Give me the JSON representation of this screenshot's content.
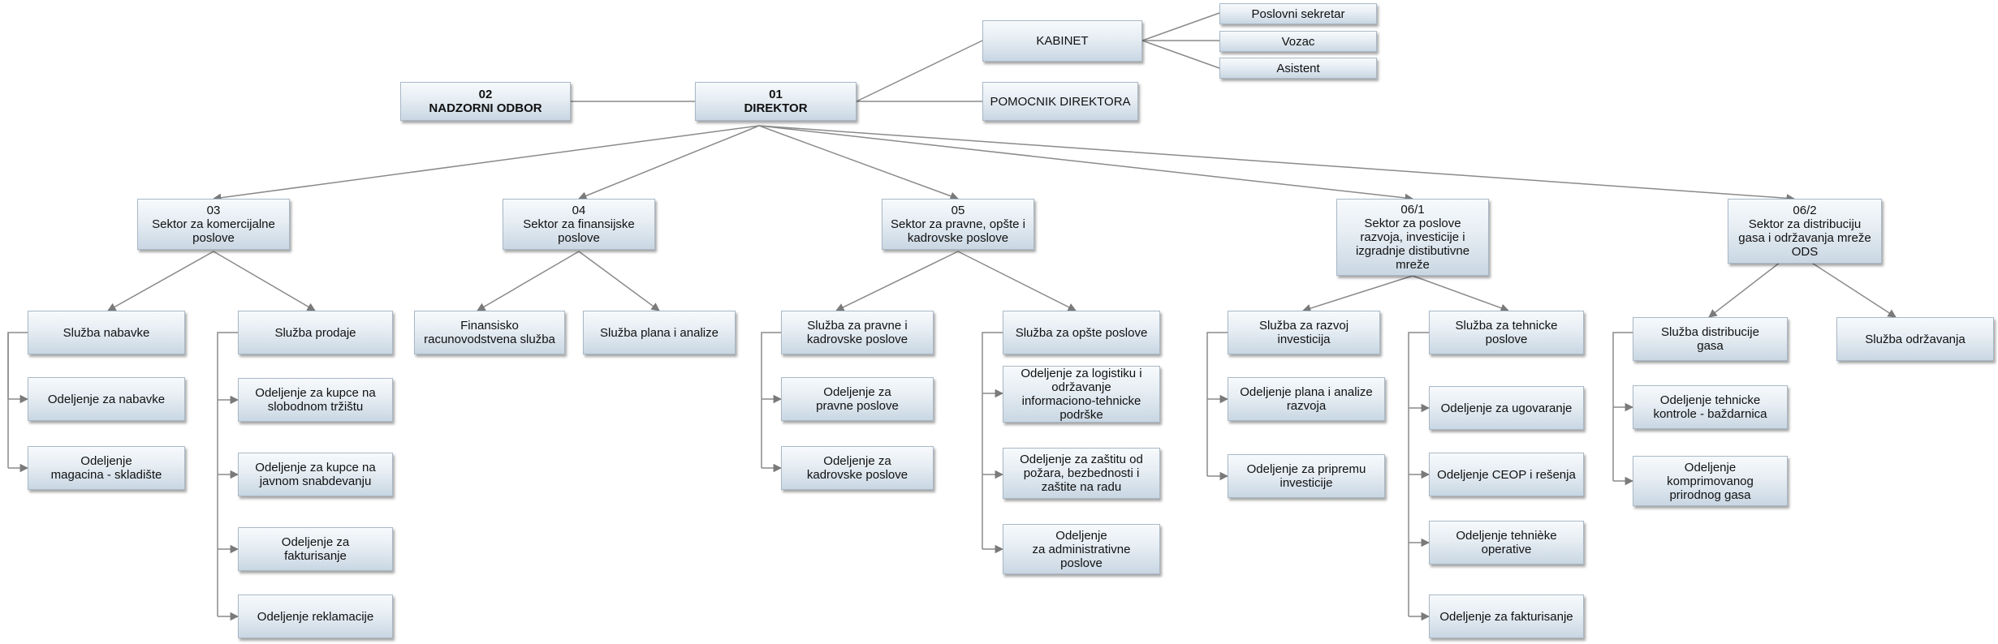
{
  "nodes": [
    {
      "id": "kabinet",
      "label": "KABINET"
    },
    {
      "id": "poslovni-sekretar",
      "label": "Poslovni sekretar"
    },
    {
      "id": "vozac",
      "label": "Vozac"
    },
    {
      "id": "asistent",
      "label": "Asistent"
    },
    {
      "id": "nadzorni-odbor",
      "label": "02\nNADZORNI ODBOR"
    },
    {
      "id": "direktor",
      "label": "01\nDIREKTOR"
    },
    {
      "id": "pomocnik-direktora",
      "label": "POMOCNIK DIREKTORA"
    },
    {
      "id": "sektor-03",
      "label": "03\nSektor za komercijalne\nposlove"
    },
    {
      "id": "sektor-04",
      "label": "04\nSektor za finansijske\nposlove"
    },
    {
      "id": "sektor-05",
      "label": "05\nSektor za pravne, opšte i\nkadrovske poslove"
    },
    {
      "id": "sektor-06-1",
      "label": "06/1\nSektor za poslove\nrazvoja, investicije i\nizgradnje distibutivne\nmreže"
    },
    {
      "id": "sektor-06-2",
      "label": "06/2\nSektor za distribuciju\ngasa i održavanja mreže\nODS"
    },
    {
      "id": "sluzba-nabavke",
      "label": "Služba nabavke"
    },
    {
      "id": "odeljenje-za-nabavke",
      "label": "Odeljenje za nabavke"
    },
    {
      "id": "odeljenje-magacina",
      "label": "Odeljenje\nmagacina - skladište"
    },
    {
      "id": "sluzba-prodaje",
      "label": "Služba prodaje"
    },
    {
      "id": "odeljenje-kupci-slobodno",
      "label": "Odeljenje za kupce na\nslobodnom tržištu"
    },
    {
      "id": "odeljenje-kupci-javno",
      "label": "Odeljenje za kupce na\njavnom snabdevanju"
    },
    {
      "id": "odeljenje-fakturisanje-03",
      "label": "Odeljenje za\nfakturisanje"
    },
    {
      "id": "odeljenje-reklamacije",
      "label": "Odeljenje reklamacije"
    },
    {
      "id": "finansisko-racunovodstvena",
      "label": "Finansisko\nracunovodstvena služba"
    },
    {
      "id": "sluzba-plana-analize",
      "label": "Služba plana i analize"
    },
    {
      "id": "sluzba-pravne-kadrovske",
      "label": "Služba za pravne i\nkadrovske poslove"
    },
    {
      "id": "odeljenje-pravne",
      "label": "Odeljenje za\npravne poslove"
    },
    {
      "id": "odeljenje-kadrovske",
      "label": "Odeljenje za\nkadrovske poslove"
    },
    {
      "id": "sluzba-opste",
      "label": "Služba za opšte poslove"
    },
    {
      "id": "odeljenje-logistika",
      "label": "Odeljenje za logistiku i\nodržavanje\ninformaciono-tehnicke\npodrške"
    },
    {
      "id": "odeljenje-zastita",
      "label": "Odeljenje za zaštitu od\npožara, bezbednosti i\nzaštite na radu"
    },
    {
      "id": "odeljenje-administrativne",
      "label": "Odeljenje\nza administrativne\nposlove"
    },
    {
      "id": "sluzba-razvoj",
      "label": "Služba za razvoj\ninvesticija"
    },
    {
      "id": "odeljenje-plana-razvoja",
      "label": "Odeljenje plana i analize\nrazvoja"
    },
    {
      "id": "odeljenje-priprema",
      "label": "Odeljenje za pripremu\ninvesticije"
    },
    {
      "id": "sluzba-tehnicke",
      "label": "Služba za tehnicke\nposlove"
    },
    {
      "id": "odeljenje-ugovaranje",
      "label": "Odeljenje za ugovaranje"
    },
    {
      "id": "odeljenje-ceop",
      "label": "Odeljenje CEOP i rešenja"
    },
    {
      "id": "odeljenje-tehnicke-operative",
      "label": "Odeljenje tehnièke\noperative"
    },
    {
      "id": "odeljenje-fakturisanje-06",
      "label": "Odeljenje za fakturisanje"
    },
    {
      "id": "sluzba-distribucije",
      "label": "Služba distribucije\ngasa"
    },
    {
      "id": "odeljenje-kontrole",
      "label": "Odeljenje tehnicke\nkontrole - baždarnica"
    },
    {
      "id": "odeljenje-komprimovanog",
      "label": "Odeljenje\nkomprimovanog\nprirodnog gasa"
    },
    {
      "id": "sluzba-odrzavanja",
      "label": "Služba  održavanja"
    }
  ]
}
